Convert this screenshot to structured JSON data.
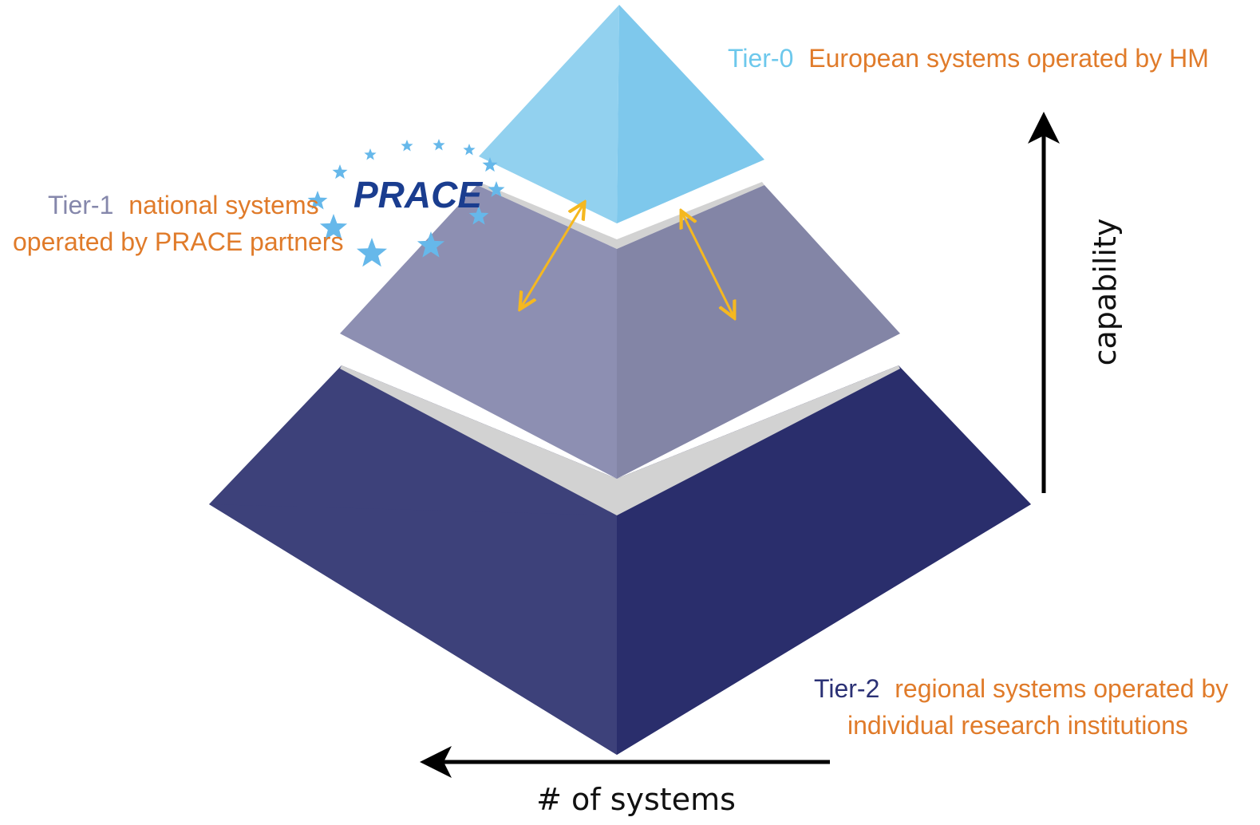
{
  "diagram": {
    "tiers": [
      {
        "id": "tier-0",
        "name": "Tier-0",
        "description_lines": [
          "European systems operated by HM"
        ],
        "name_color": "#6dc8ec",
        "face_colors": [
          "#92d1ef",
          "#7ec8ec"
        ]
      },
      {
        "id": "tier-1",
        "name": "Tier-1",
        "description_lines": [
          "national systems",
          "operated by PRACE partners"
        ],
        "name_color": "#8587ab",
        "face_colors": [
          "#8d8fb2",
          "#8385a6"
        ]
      },
      {
        "id": "tier-2",
        "name": "Tier-2",
        "description_lines": [
          "regional systems operated by",
          "individual research institutions"
        ],
        "name_color": "#2b3175",
        "face_colors": [
          "#3d417a",
          "#2a2e6c"
        ]
      }
    ],
    "description_color": "#e07b2a",
    "separator_color": "#d2d2d2",
    "exchange_arrow_color": "#f5b820",
    "logo": {
      "text": "PRACE",
      "text_color": "#1a3d8f",
      "star_color": "#66b8ea"
    },
    "axes": {
      "vertical": {
        "label": "capability",
        "direction": "up"
      },
      "horizontal": {
        "label": "# of systems",
        "direction": "left"
      }
    }
  }
}
